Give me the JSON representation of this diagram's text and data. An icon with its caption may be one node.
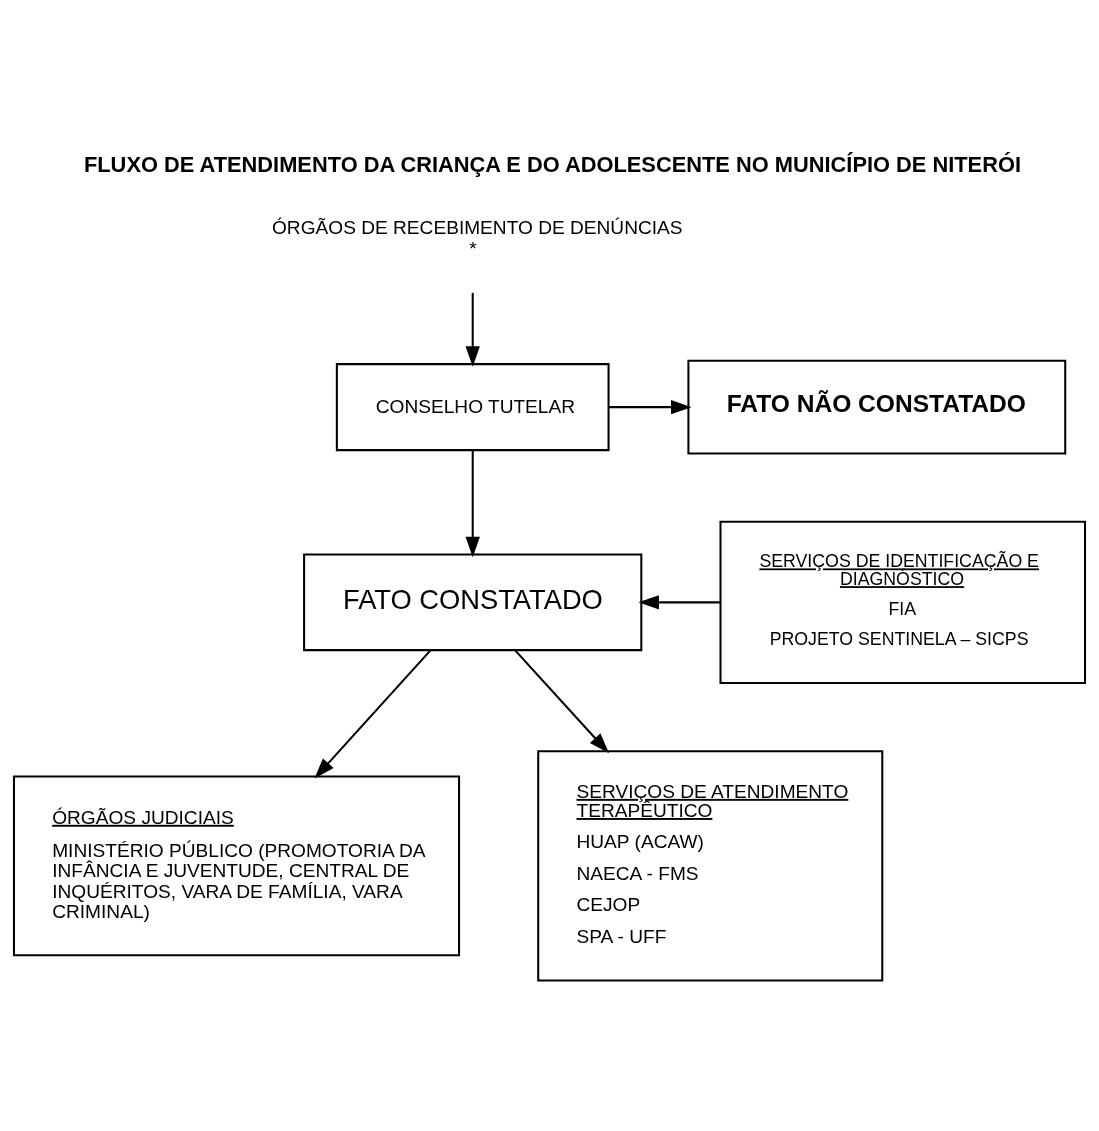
{
  "diagram": {
    "title": "FLUXO DE ATENDIMENTO DA CRIANÇA E DO ADOLESCENTE NO MUNICÍPIO DE NITERÓI",
    "nodes": [
      {
        "text": [
          "ÓRGÃOS DE RECEBIMENTO DE DENÚNCIAS *"
        ]
      },
      {
        "text": [
          "CONSELHO TUTELAR"
        ]
      },
      {
        "text": [
          "FATO NÃO CONSTATADO"
        ]
      },
      {
        "text": [
          "FATO CONSTATADO"
        ]
      },
      {
        "text": [
          "SERVIÇOS DE IDENTIFICAÇÃO E DIAGNÓSTICO",
          "FIA",
          "PROJETO SENTINELA – SICPS"
        ]
      },
      {
        "text": [
          "ÓRGÃOS JUDICIAIS",
          "MINISTÉRIO PÚBLICO (PROMOTORIA DA INFÂNCIA E JUVENTUDE, CENTRAL DE INQUÉRITOS, VARA DE FAMÍLIA, VARA CRIMINAL)"
        ]
      },
      {
        "text": [
          "SERVIÇOS DE ATENDIMENTO TERAPÊUTICO",
          "HUAP (ACAW)",
          "NAECA - FMS",
          "CEJOP",
          "SPA - UFF"
        ]
      }
    ],
    "edges": [
      {
        "from": 0,
        "to": 1,
        "arrow": "to"
      },
      {
        "from": 1,
        "to": 2,
        "arrow": "to"
      },
      {
        "from": 1,
        "to": 3,
        "arrow": "to"
      },
      {
        "from": 4,
        "to": 3,
        "arrow": "to"
      },
      {
        "from": 3,
        "to": 5,
        "arrow": "to"
      },
      {
        "from": 3,
        "to": 6,
        "arrow": "to"
      }
    ]
  }
}
